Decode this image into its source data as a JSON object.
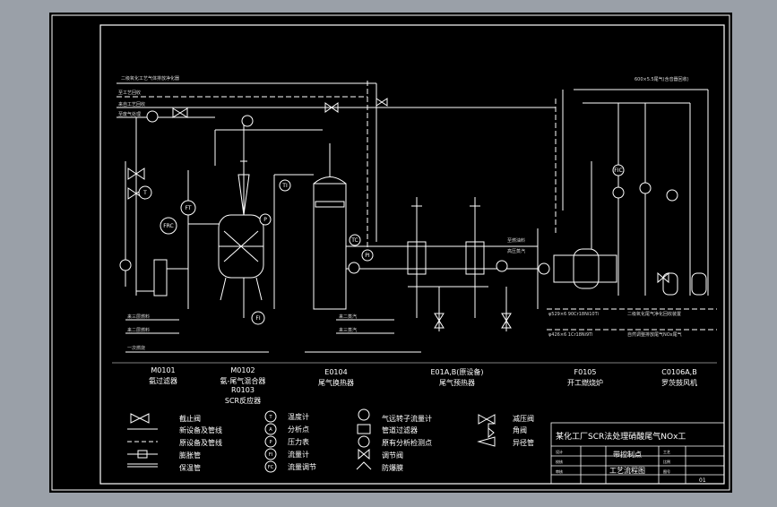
{
  "colors": {
    "viewport_bg": "#9aa0a8",
    "sheet_bg": "#000000",
    "line": "#ffffff",
    "dim_text": "#d8d8d8"
  },
  "top_label": "二级氧化工艺气体排放净化器",
  "right_top_label": "600×5.5尾气(含音器回收)",
  "line_labels": [
    "至工艺回收",
    "来自工艺回收",
    "至废气处理",
    "一次燃烧",
    "来三层燃料",
    "来二层燃料",
    "来二蒸汽",
    "来三蒸汽",
    "至燃油料",
    "高压蒸汽",
    "φ529×6 90Cr18Ni10Ti",
    "φ426×6 1Cr18Ni9Ti",
    "二级氧化尾气净化回收装置",
    "自然调整排放尾气NOx尾气"
  ],
  "equipment": [
    {
      "tag": "M0101",
      "name": "氨过滤器"
    },
    {
      "tag": "M0102",
      "name": "氨-尾气混合器"
    },
    {
      "tag": "R0103",
      "name": "SCR反应器"
    },
    {
      "tag": "E0104",
      "name": "尾气换热器"
    },
    {
      "tag": "E01A,B(原设备)",
      "name": "尾气预热器"
    },
    {
      "tag": "F0105",
      "name": "开工燃烧炉"
    },
    {
      "tag": "C0106A,B",
      "name": "罗茨鼓风机"
    }
  ],
  "legend_col1": [
    "截止阀",
    "新设备及管线",
    "原设备及管线",
    "膨胀管",
    "保温管"
  ],
  "legend_col2": [
    {
      "symbol": "T",
      "label": "温度计"
    },
    {
      "symbol": "A",
      "label": "分析点"
    },
    {
      "symbol": "P",
      "label": "压力表"
    },
    {
      "symbol": "FI",
      "label": "流量计"
    },
    {
      "symbol": "FC",
      "label": "流量调节"
    }
  ],
  "legend_col3": [
    "气远转子流量计",
    "管道过滤器",
    "原有分析检测点",
    "调节阀",
    "防爆膜"
  ],
  "legend_col4": [
    "减压阀",
    "角阀",
    "异径管"
  ],
  "title_block": {
    "main_title": "某化工厂SCR法处理硝酸尾气NOx工",
    "sub_title_1": "带控制点",
    "sub_title_2": "工艺流程图",
    "fields": [
      "设计",
      "校核",
      "审核",
      "工艺",
      "比例",
      "图号"
    ],
    "sheet_no": "01"
  },
  "instruments": [
    "T",
    "P",
    "FI",
    "FIC",
    "TI",
    "PI",
    "FT",
    "FRC",
    "TC"
  ]
}
